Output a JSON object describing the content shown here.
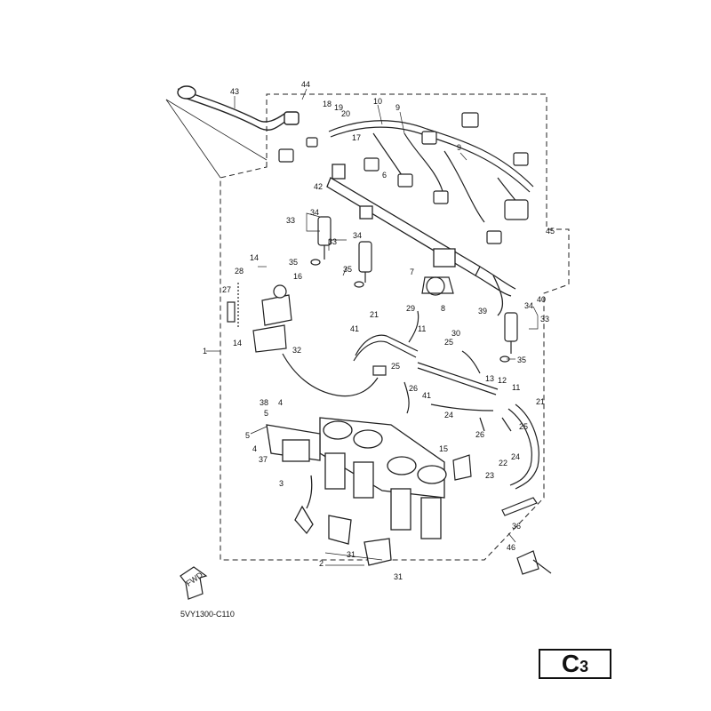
{
  "reference_code": "5VY1300-C110",
  "fwd_label": "FWD",
  "page_code": {
    "letter": "C",
    "number": "3"
  },
  "callouts": [
    "43",
    "44",
    "18",
    "19",
    "20",
    "10",
    "9",
    "17",
    "42",
    "6",
    "33",
    "34",
    "33",
    "34",
    "9",
    "45",
    "14",
    "28",
    "16",
    "27",
    "35",
    "35",
    "7",
    "40",
    "8",
    "39",
    "34",
    "33",
    "21",
    "29",
    "41",
    "30",
    "11",
    "25",
    "14",
    "1",
    "32",
    "25",
    "26",
    "13",
    "12",
    "11",
    "41",
    "21",
    "24",
    "26",
    "25",
    "38",
    "4",
    "5",
    "5",
    "4",
    "37",
    "15",
    "22",
    "23",
    "3",
    "24",
    "36",
    "2",
    "31",
    "46",
    "31",
    "35"
  ]
}
